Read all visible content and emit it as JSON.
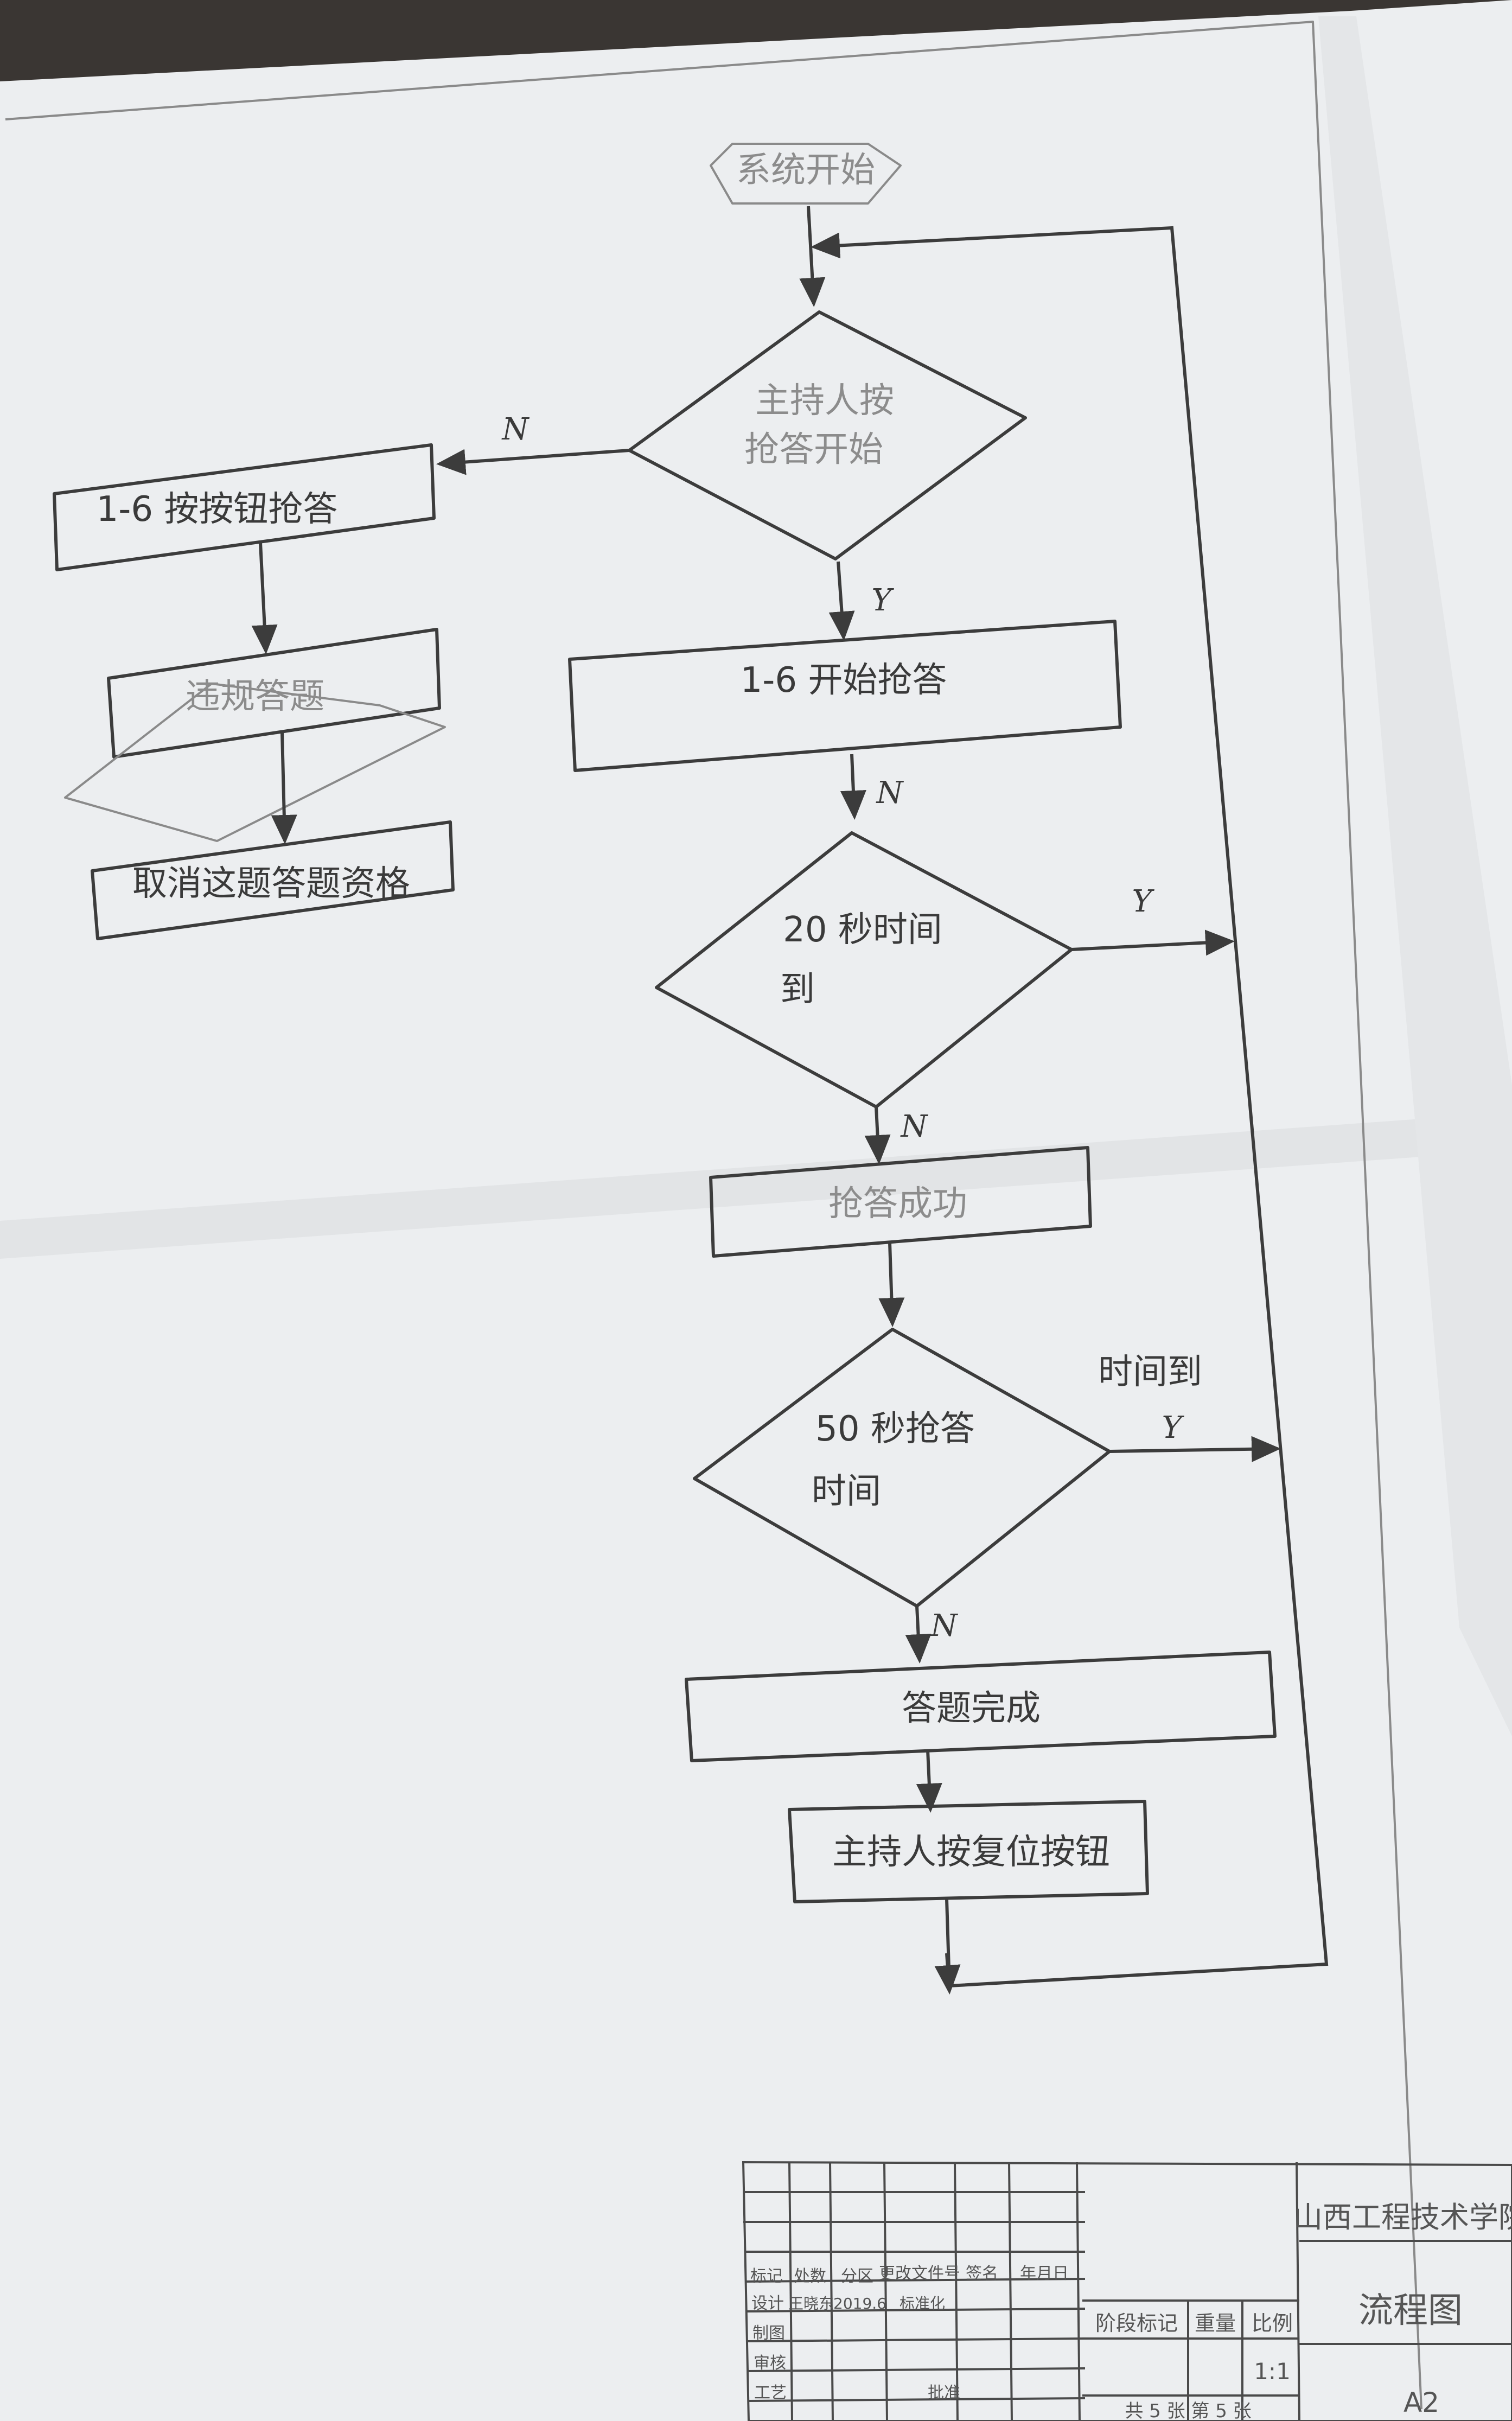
{
  "flowchart": {
    "start": "系统开始",
    "decision_host_start": [
      "主持人按",
      "抢答开始"
    ],
    "left_branch": {
      "press_buttons": "1-6 按按钮抢答",
      "violation": "违规答题",
      "cancel": "取消这题答题资格"
    },
    "process_start_answer": "1-6 开始抢答",
    "decision_20s": [
      "20 秒时间",
      "到"
    ],
    "process_success": "抢答成功",
    "decision_50s": [
      "50 秒抢答",
      "时间"
    ],
    "timeout_label": "时间到",
    "process_done": "答题完成",
    "process_reset": "主持人按复位按钮",
    "labels": {
      "n": "N",
      "y": "Y"
    }
  },
  "title_block": {
    "school": "山西工程技术学院",
    "drawing_name": "流程图",
    "sheet_size": "A2",
    "scale": "1:1",
    "headers": [
      "标记",
      "处数",
      "分区",
      "更改文件号",
      "签名",
      "年月日"
    ],
    "stage_mark": "阶段标记",
    "weight": "重量",
    "ratio": "比例",
    "row_labels": [
      "设计",
      "制图",
      "审核",
      "工艺"
    ],
    "design_entries": [
      "王晓东",
      "2019.6",
      "标准化"
    ],
    "approve": "批准",
    "sheets": "共 5 张  第 5 张"
  }
}
